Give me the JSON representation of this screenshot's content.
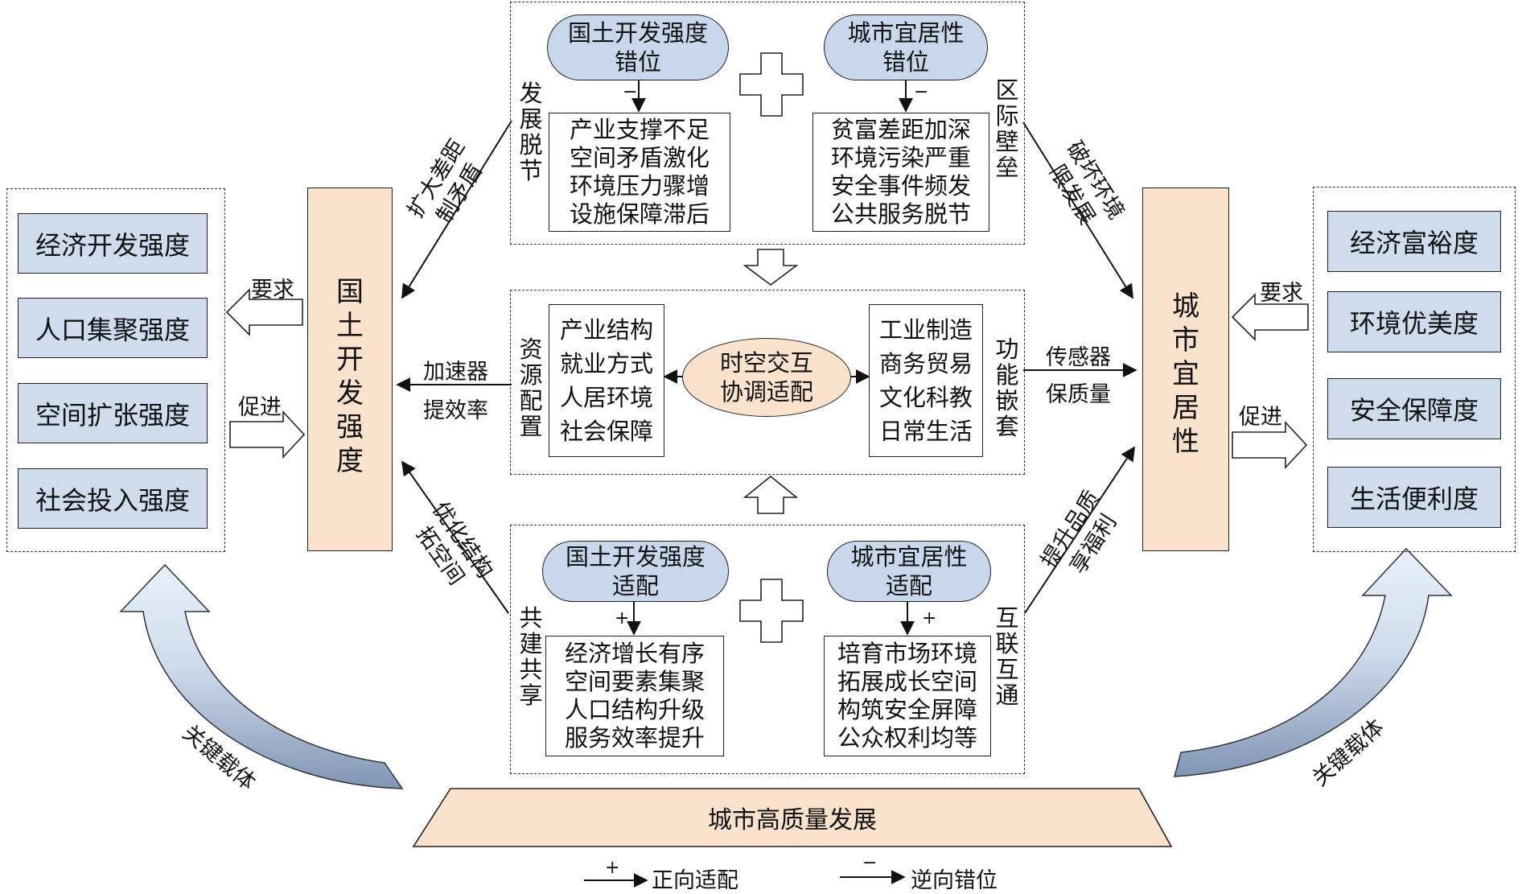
{
  "left_panel": {
    "items": [
      "经济开发强度",
      "人口集聚强度",
      "空间扩张强度",
      "社会投入强度"
    ],
    "main_chars": [
      "国",
      "土",
      "开",
      "发",
      "强",
      "度"
    ],
    "require": "要求",
    "promote": "促进",
    "carrier": "关键载体"
  },
  "right_panel": {
    "items": [
      "经济富裕度",
      "环境优美度",
      "安全保障度",
      "生活便利度"
    ],
    "main_chars": [
      "城",
      "市",
      "宜",
      "居",
      "性"
    ],
    "require": "要求",
    "promote": "促进",
    "carrier": "关键载体"
  },
  "top_section": {
    "left_pill": [
      "国土开发强度",
      "错位"
    ],
    "right_pill": [
      "城市宜居性",
      "错位"
    ],
    "left_list": [
      "产业支撑不足",
      "空间矛盾激化",
      "环境压力骤增",
      "设施保障滞后"
    ],
    "right_list": [
      "贫富差距加深",
      "环境污染严重",
      "安全事件频发",
      "公共服务脱节"
    ],
    "left_side": [
      "发",
      "展",
      "脱",
      "节"
    ],
    "right_side": [
      "区",
      "际",
      "壁",
      "垒"
    ],
    "sign": "−"
  },
  "middle_section": {
    "left_side": [
      "资",
      "源",
      "配",
      "置"
    ],
    "right_side": [
      "功",
      "能",
      "嵌",
      "套"
    ],
    "left_list": [
      "产业结构",
      "就业方式",
      "人居环境",
      "社会保障"
    ],
    "right_list": [
      "工业制造",
      "商务贸易",
      "文化科教",
      "日常生活"
    ],
    "center": [
      "时空交互",
      "协调适配"
    ]
  },
  "bottom_section": {
    "left_pill": [
      "国土开发强度",
      "适配"
    ],
    "right_pill": [
      "城市宜居性",
      "适配"
    ],
    "left_list": [
      "经济增长有序",
      "空间要素集聚",
      "人口结构升级",
      "服务效率提升"
    ],
    "right_list": [
      "培育市场环境",
      "拓展成长空间",
      "构筑安全屏障",
      "公众权利均等"
    ],
    "left_side": [
      "共",
      "建",
      "共",
      "享"
    ],
    "right_side": [
      "互",
      "联",
      "互",
      "通"
    ],
    "sign": "+"
  },
  "connectors": {
    "top_left": [
      "扩大差距",
      "制矛盾"
    ],
    "top_right": [
      "破坏环境",
      "限发展"
    ],
    "mid_left": [
      "加速器",
      "提效率"
    ],
    "mid_right": [
      "传感器",
      "保质量"
    ],
    "bottom_left": [
      "优化结构",
      "拓空间"
    ],
    "bottom_right": [
      "提升品质",
      "享福利"
    ]
  },
  "base": "城市高质量发展",
  "legend": {
    "pos_sign": "+",
    "pos_label": "正向适配",
    "neg_sign": "−",
    "neg_label": "逆向错位"
  }
}
